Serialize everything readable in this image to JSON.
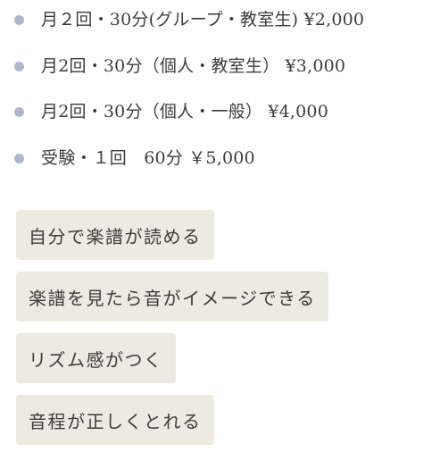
{
  "price_list": [
    {
      "text": "月２回・30分(グループ・教室生) ¥2,000"
    },
    {
      "text": "月2回・30分（個人・教室生） ¥3,000"
    },
    {
      "text": "月2回・30分（個人・一般） ¥4,000"
    },
    {
      "text": "受験・１回　60分 ￥5,000"
    }
  ],
  "tags": [
    {
      "label": "自分で楽譜が読める"
    },
    {
      "label": "楽譜を見たら音がイメージできる"
    },
    {
      "label": "リズム感がつく"
    },
    {
      "label": "音程が正しくとれる"
    }
  ],
  "colors": {
    "bullet": "#b1b6cf",
    "tag_background": "#eceae1",
    "text": "#3c3c3c"
  }
}
